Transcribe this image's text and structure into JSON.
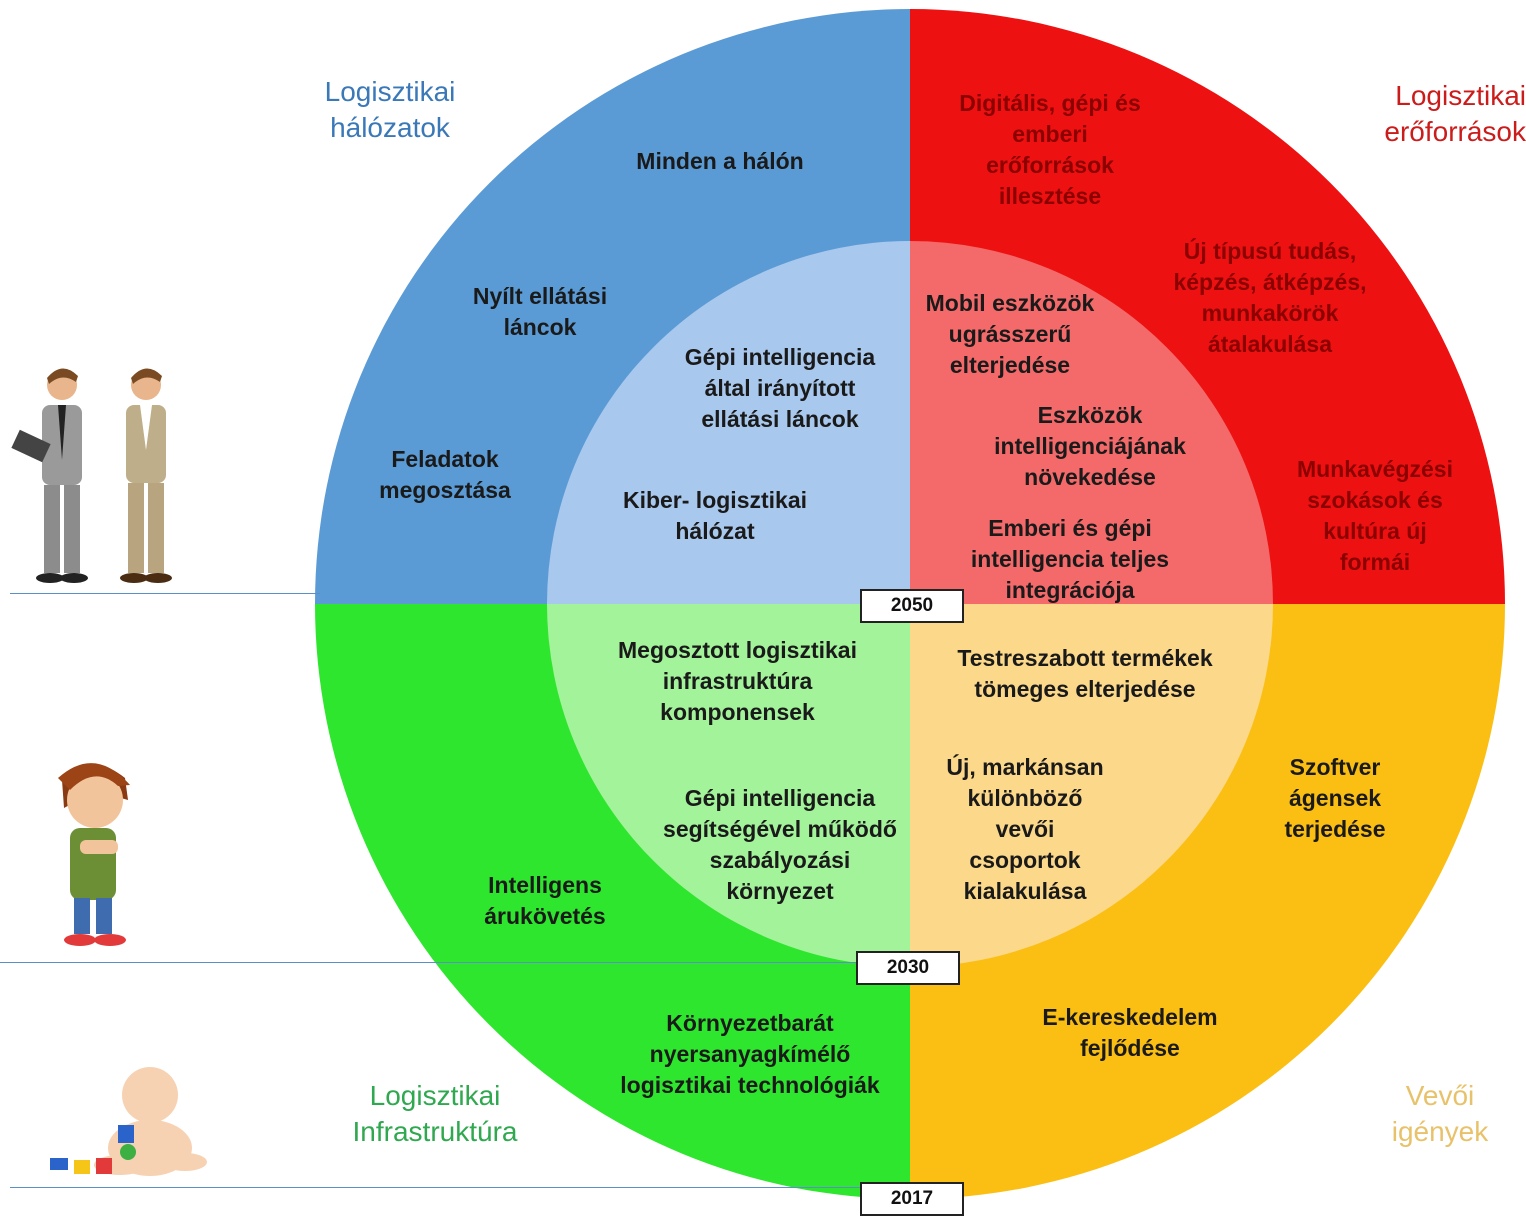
{
  "corners": {
    "networks": "Logisztikai\nhálózatok",
    "resources": "Logisztikai\nerőforrások",
    "infrastructure": "Logisztikai\nInfrastruktúra",
    "customer": "Vevői\nigények"
  },
  "years": {
    "y2050": "2050",
    "y2030": "2030",
    "y2017": "2017"
  },
  "blue": {
    "outer1": "Minden a hálón",
    "outer2": "Nyílt ellátási\nláncok",
    "outer3": "Feladatok\nmegosztása",
    "inner1": "Gépi intelligencia\náltal irányított\nellátási láncok",
    "inner2": "Kiber- logisztikai\nhálózat"
  },
  "red": {
    "outer1": "Digitális, gépi és\nemberi\nerőforrások\nillesztése",
    "outer2": "Új típusú tudás,\nképzés, átképzés,\nmunkakörök\nátalakulása",
    "outer3": "Munkavégzési\nszokások és\nkultúra új\nformái",
    "inner1": "Mobil eszközök\nugrásszerű\nelterjedése",
    "inner2": "Eszközök\nintelligenciájának\nnövekedése",
    "inner3": "Emberi és gépi\nintelligencia teljes\nintegrációja"
  },
  "green": {
    "inner1": "Megosztott logisztikai\ninfrastruktúra\nkomponensek",
    "inner2": "Gépi intelligencia\nsegítségével működő\nszabályozási\nkörnyezet",
    "outer1": "Intelligens\nárukövetés",
    "outer2": "Környezetbarát\nnyersanyagkímélő\nlogisztikai technológiák"
  },
  "orange": {
    "inner1": "Testreszabott termékek\ntömeges elterjedése",
    "inner2": "Új, markánsan\nkülönböző\nvevői\ncsoportok\nkialakulása",
    "outer1": "Szoftver\nágensek\nterjedése",
    "outer2": "E-kereskedelem\nfejlődése"
  },
  "colors": {
    "blue": "#5b9bd5",
    "blue_inner": "#a9c8ee",
    "red": "#ee1111",
    "red_inner": "#f46a6a",
    "green": "#2ee62e",
    "green_inner": "#a3f39a",
    "orange": "#fbbf14",
    "orange_inner": "#fcd88a",
    "networks_title": "#3a78b8",
    "resources_title": "#cc1b1b",
    "infra_title": "#2fa84f",
    "customer_title": "#e8c26a"
  }
}
